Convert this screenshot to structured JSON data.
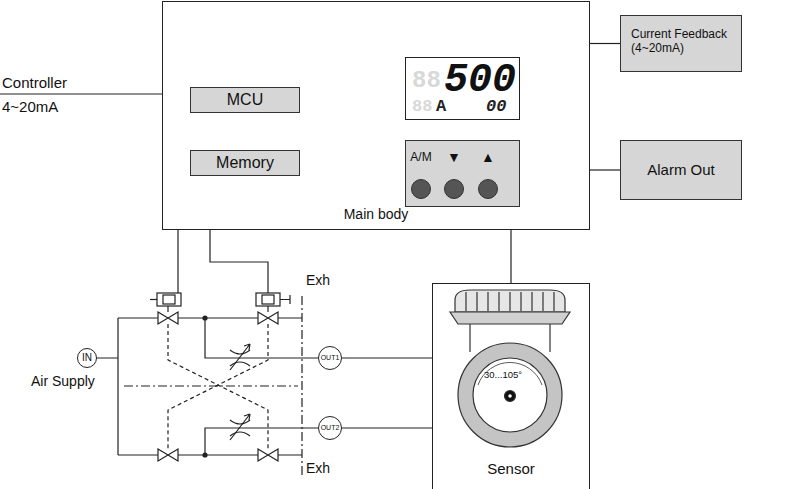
{
  "diagram": {
    "nodes": [
      {
        "text": [
          "Main body"
        ]
      },
      {
        "text": [
          "MCU"
        ],
        "in": 0
      },
      {
        "text": [
          "Memory"
        ],
        "in": 0
      },
      {
        "text": [
          "88",
          "500",
          "88",
          "A",
          "00"
        ],
        "in": 0
      },
      {
        "text": [
          "A/M",
          "▼",
          "▲"
        ],
        "in": 0
      },
      {
        "text": [
          "Current Feedback (4~20mA)"
        ]
      },
      {
        "text": [
          "Alarm Out"
        ]
      },
      {
        "text": [
          "Sensor"
        ]
      },
      {
        "text": [
          "IN",
          "Air Supply"
        ]
      },
      {
        "text": [
          "OUT1"
        ]
      },
      {
        "text": [
          "OUT2"
        ]
      }
    ],
    "edges": [
      {
        "from": 0,
        "to": 5,
        "arrow": "none"
      },
      {
        "from": 0,
        "to": 6,
        "arrow": "none"
      },
      {
        "from": 0,
        "to": 7,
        "arrow": "none"
      },
      {
        "from": 9,
        "to": 7,
        "arrow": "none"
      },
      {
        "from": 10,
        "to": 7,
        "arrow": "none"
      }
    ],
    "labels": [
      "Controller",
      "4~20mA",
      "Exh",
      "Exh",
      "30...105°"
    ]
  }
}
